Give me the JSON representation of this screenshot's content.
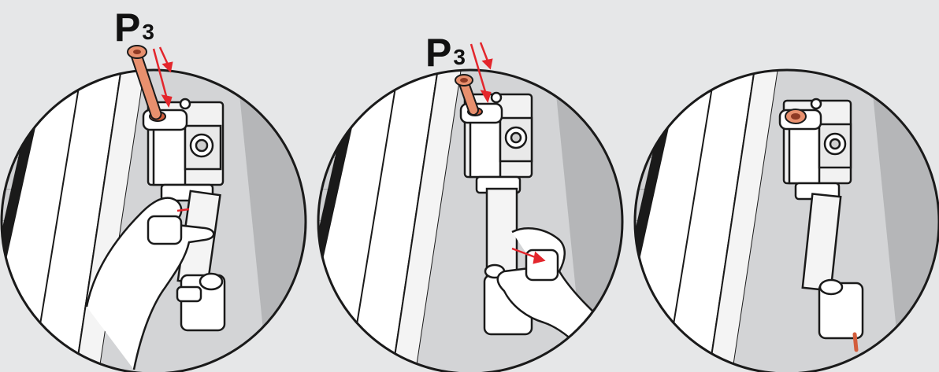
{
  "labels": {
    "panel1": {
      "letter": "P",
      "subscript": "3"
    },
    "panel2": {
      "letter": "P",
      "subscript": "3"
    }
  },
  "colors": {
    "background": "#e6e7e8",
    "arrow": "#e3262c",
    "pin": "#e8906e",
    "outline": "#1a1a1a",
    "frame_dark": "#2b2b2b",
    "lens": "#ffffff"
  }
}
